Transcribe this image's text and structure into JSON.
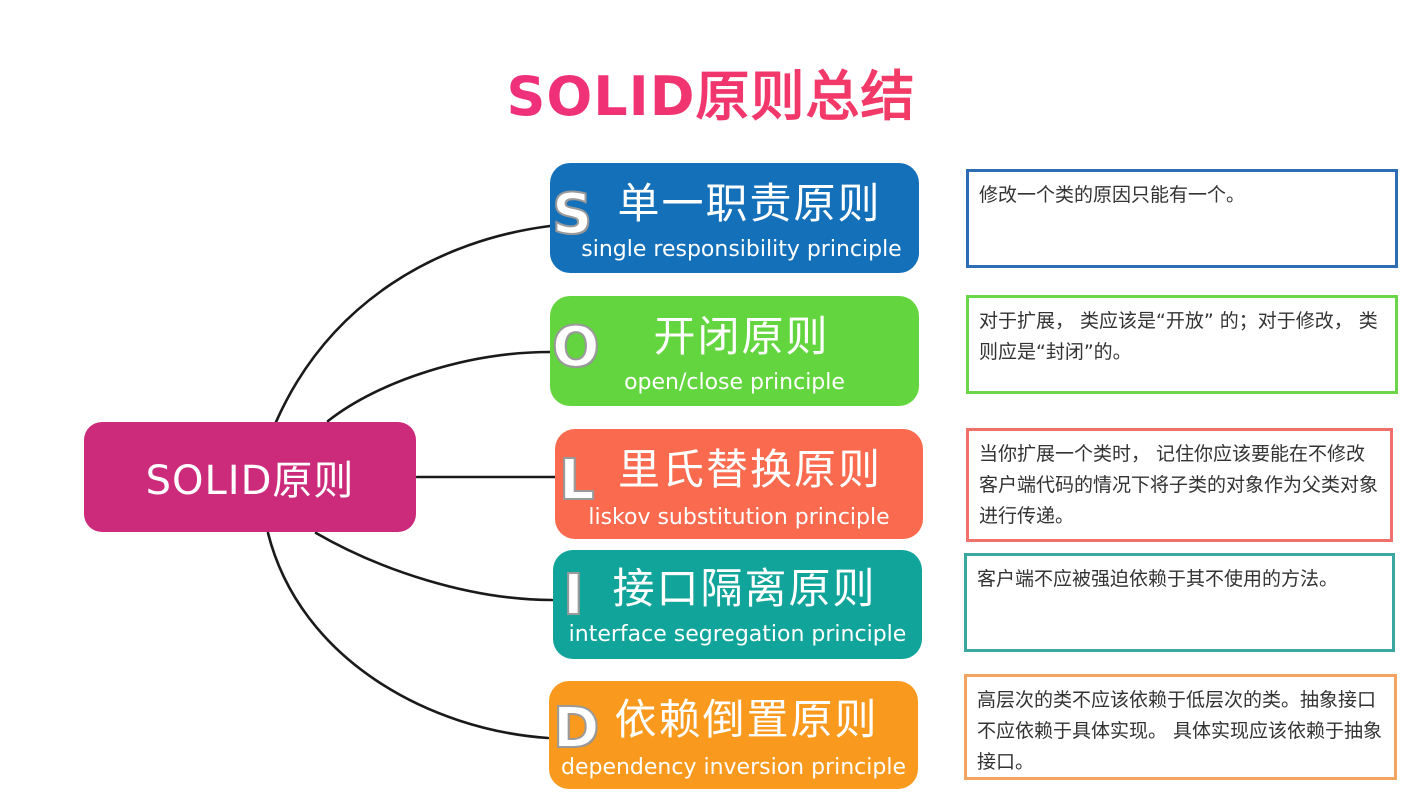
{
  "title": "SOLID原则总结",
  "root": {
    "label": "SOLID原则",
    "color": "#cc2a7a"
  },
  "principles": [
    {
      "letter": "S",
      "name_zh": "单一职责原则",
      "name_en": "single responsibility principle",
      "color": "#1570ba",
      "desc_border": "#2c6db3",
      "description": "修改一个类的原因只能有一个。"
    },
    {
      "letter": "O",
      "name_zh": "开闭原则",
      "name_en": "open/close principle",
      "color": "#63d53e",
      "desc_border": "#6cd64a",
      "description": "对于扩展， 类应该是“开放” 的；对于修改， 类则应是“封闭”的。"
    },
    {
      "letter": "L",
      "name_zh": "里氏替换原则",
      "name_en": "liskov substitution principle",
      "color": "#f96a4f",
      "desc_border": "#f0706a",
      "description": "当你扩展一个类时， 记住你应该要能在不修改客户端代码的情况下将子类的对象作为父类对象进行传递。"
    },
    {
      "letter": "I",
      "name_zh": "接口隔离原则",
      "name_en": "interface segregation principle",
      "color": "#11a49a",
      "desc_border": "#3aa8a1",
      "description": "客户端不应被强迫依赖于其不使用的方法。"
    },
    {
      "letter": "D",
      "name_zh": "依赖倒置原则",
      "name_en": "dependency inversion principle",
      "color": "#f99a1e",
      "desc_border": "#f2a460",
      "description": "高层次的类不应该依赖于低层次的类。抽象接口不应依赖于具体实现。 具体实现应该依赖于抽象接口。"
    }
  ]
}
